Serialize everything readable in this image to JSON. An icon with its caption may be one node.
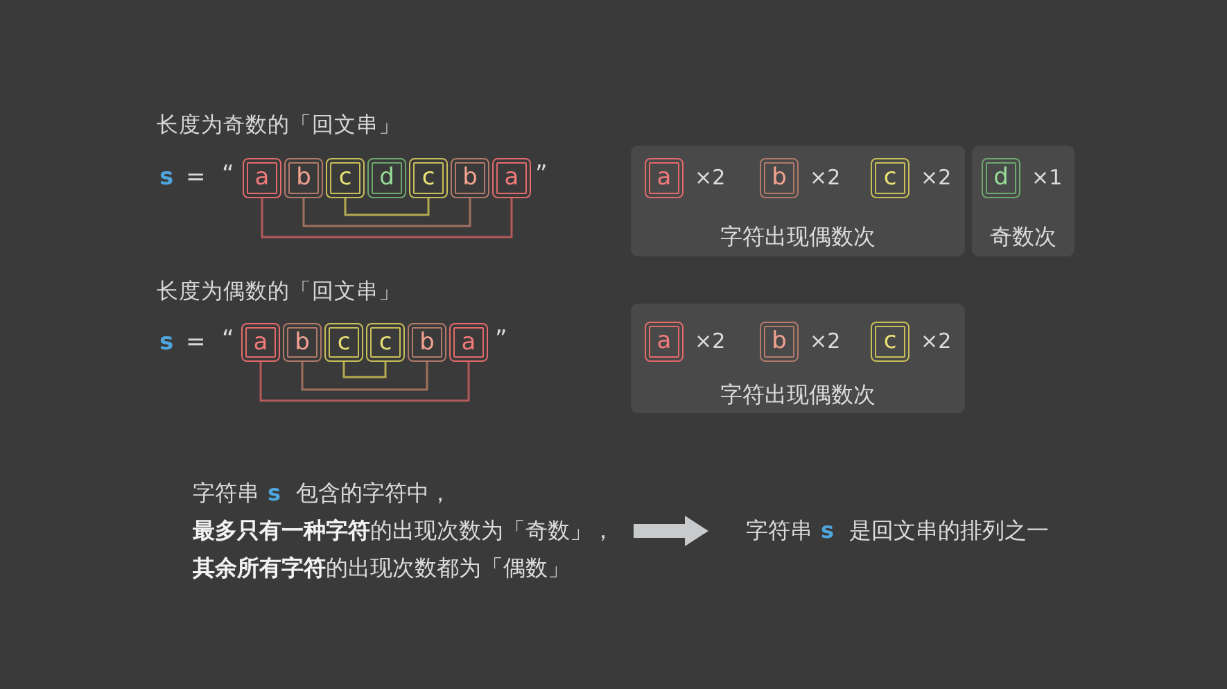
{
  "diagram": {
    "nodes": [
      {
        "text": [
          "a"
        ]
      },
      {
        "text": [
          "b"
        ]
      },
      {
        "text": [
          "c"
        ]
      },
      {
        "text": [
          "d"
        ]
      },
      {
        "text": [
          "c"
        ]
      },
      {
        "text": [
          "b"
        ]
      },
      {
        "text": [
          "a"
        ]
      },
      {
        "text": [
          "字符出现偶数次"
        ]
      },
      {
        "text": [
          "a"
        ],
        "in": 7,
        "beside": [
          "×2"
        ]
      },
      {
        "text": [
          "b"
        ],
        "in": 7,
        "beside": [
          "×2"
        ]
      },
      {
        "text": [
          "c"
        ],
        "in": 7,
        "beside": [
          "×2"
        ]
      },
      {
        "text": [
          "奇数次"
        ]
      },
      {
        "text": [
          "d"
        ],
        "in": 11,
        "beside": [
          "×1"
        ]
      },
      {
        "text": [
          "a"
        ]
      },
      {
        "text": [
          "b"
        ]
      },
      {
        "text": [
          "c"
        ]
      },
      {
        "text": [
          "c"
        ]
      },
      {
        "text": [
          "b"
        ]
      },
      {
        "text": [
          "a"
        ]
      },
      {
        "text": [
          "字符出现偶数次"
        ]
      },
      {
        "text": [
          "a"
        ],
        "in": 19,
        "beside": [
          "×2"
        ]
      },
      {
        "text": [
          "b"
        ],
        "in": 19,
        "beside": [
          "×2"
        ]
      },
      {
        "text": [
          "c"
        ],
        "in": 19,
        "beside": [
          "×2"
        ]
      },
      {
        "text": [
          "字符串 s 包含的字符中，",
          "**最多只有一种字符**的出现次数为「奇数」，",
          "**其余所有字符**的出现次数都为「偶数」"
        ]
      },
      {
        "text": [
          "字符串 s 是回文串的排列之一"
        ]
      }
    ],
    "edges": [
      {
        "from": 0,
        "to": 6,
        "arrow": "none",
        "color": "#b45a5a"
      },
      {
        "from": 1,
        "to": 5,
        "arrow": "none",
        "color": "#a0705f"
      },
      {
        "from": 2,
        "to": 4,
        "arrow": "none",
        "color": "#b2aa50"
      },
      {
        "from": 13,
        "to": 18,
        "arrow": "none",
        "color": "#b45a5a"
      },
      {
        "from": 14,
        "to": 17,
        "arrow": "none",
        "color": "#a0705f"
      },
      {
        "from": 15,
        "to": 16,
        "arrow": "none",
        "color": "#b2aa50"
      },
      {
        "from": 23,
        "to": 24,
        "arrow": "to",
        "style": "thick",
        "color": "#c8cacb"
      }
    ],
    "labels": [
      "长度为奇数的「回文串」",
      "s",
      "=",
      "“",
      "”",
      "长度为偶数的「回文串」",
      "s",
      "=",
      "“",
      "”"
    ]
  }
}
